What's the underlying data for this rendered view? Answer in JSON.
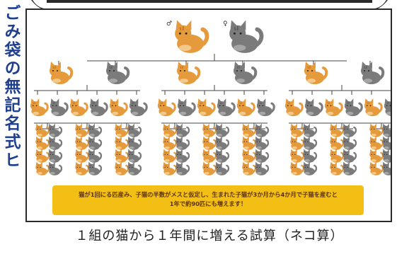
{
  "side_title": "ごみ袋の無記名式ヒ",
  "diagram": {
    "top_pair": {
      "marks": [
        "♂",
        "♀"
      ]
    },
    "generations": [
      "parents",
      "first-litter",
      "children",
      "grandchildren"
    ]
  },
  "banner_text": "猫が1回にる匹産み、子猫の半数がメスと仮定し、生まれた子猫が3か月から4か月で子猫を産むと\n1年で約90匹にも増えます！",
  "caption": "１組の猫から１年間に増える試算（ネコ算）",
  "colors": {
    "orange_cat": "#e59a3c",
    "gray_cat": "#7b7b7b",
    "banner": "#f3bf14",
    "side_title": "#1f3f8f"
  }
}
